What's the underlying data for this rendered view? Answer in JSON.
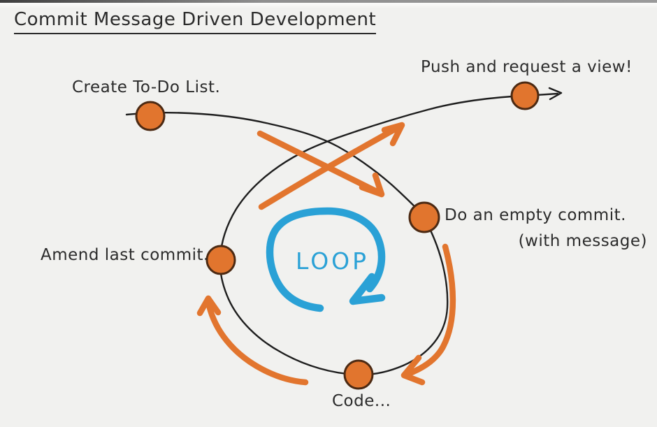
{
  "title": "Commit Message Driven Development",
  "diagram": {
    "loop_label": "LOOP",
    "steps": {
      "create": "Create To-Do List.",
      "push": "Push and request a view!",
      "empty_commit": "Do an empty commit.",
      "empty_commit_note": "(with message)",
      "amend": "Amend last commit.",
      "code": "Code..."
    }
  },
  "colors": {
    "background": "#f1f1ef",
    "ink": "#1e1e1e",
    "orange": "#e2752e",
    "dot_fill": "#e1752e",
    "dot_outline": "#4c2a13",
    "blue": "#2aa1d6"
  }
}
